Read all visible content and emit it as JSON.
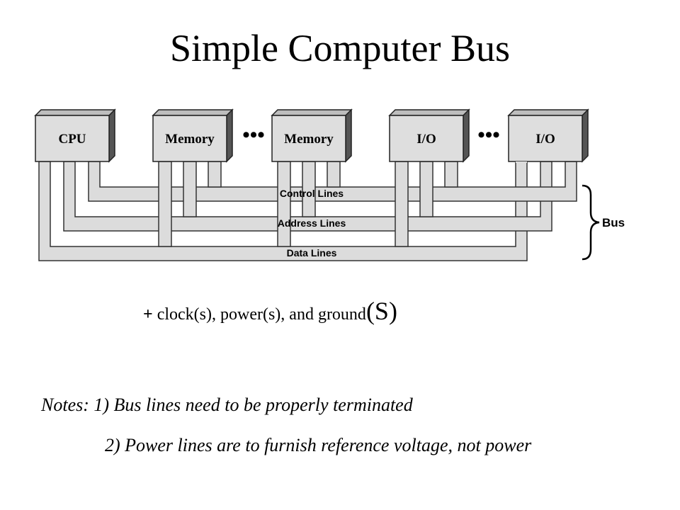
{
  "title": "Simple Computer Bus",
  "diagram": {
    "modules": [
      {
        "label": "CPU"
      },
      {
        "label": "Memory"
      },
      {
        "label": "Memory"
      },
      {
        "label": "I/O"
      },
      {
        "label": "I/O"
      }
    ],
    "ellipsis": [
      "•••",
      "•••"
    ],
    "lines": {
      "control": "Control Lines",
      "address": "Address Lines",
      "data": "Data Lines"
    },
    "bus_label": "Bus"
  },
  "extras": {
    "plus": "+",
    "text": " clock(s), power(s), and ground",
    "suffix": "(S)"
  },
  "notes": {
    "line1": "Notes: 1) Bus lines need to be properly terminated",
    "line2": "2) Power lines are to furnish reference voltage, not power"
  }
}
